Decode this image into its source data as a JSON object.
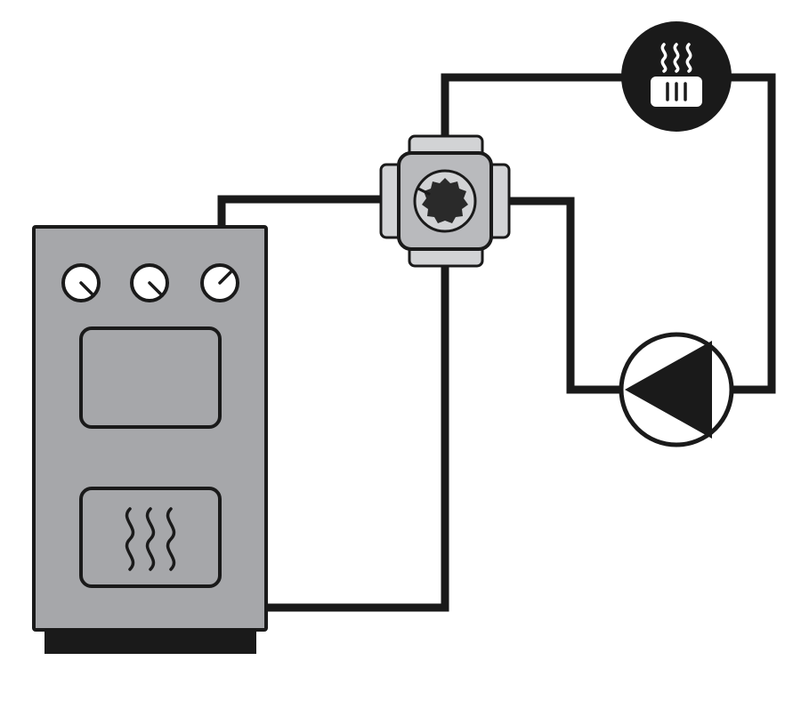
{
  "colors": {
    "line": "#1a1a1a",
    "boiler_body": "#a6a7aa",
    "boiler_panel": "#a6a7aa",
    "boiler_base": "#1a1a1a",
    "valve_body": "#b9babd",
    "valve_port": "#d2d3d5",
    "valve_knob": "#2a2a2a",
    "gauge_face": "#ffffff",
    "pump_face": "#ffffff",
    "pump_arrow": "#1a1a1a",
    "radiator_bg": "#1a1a1a",
    "radiator_icon": "#ffffff",
    "background": "#ffffff"
  },
  "components": {
    "boiler": {
      "gauge_count": 3,
      "heat_waves": 3
    },
    "mixing_valve": {
      "ports": 4
    },
    "pump": {
      "arrow_direction": "left"
    },
    "radiator": {
      "heat_waves": 3,
      "fins": 3
    }
  }
}
